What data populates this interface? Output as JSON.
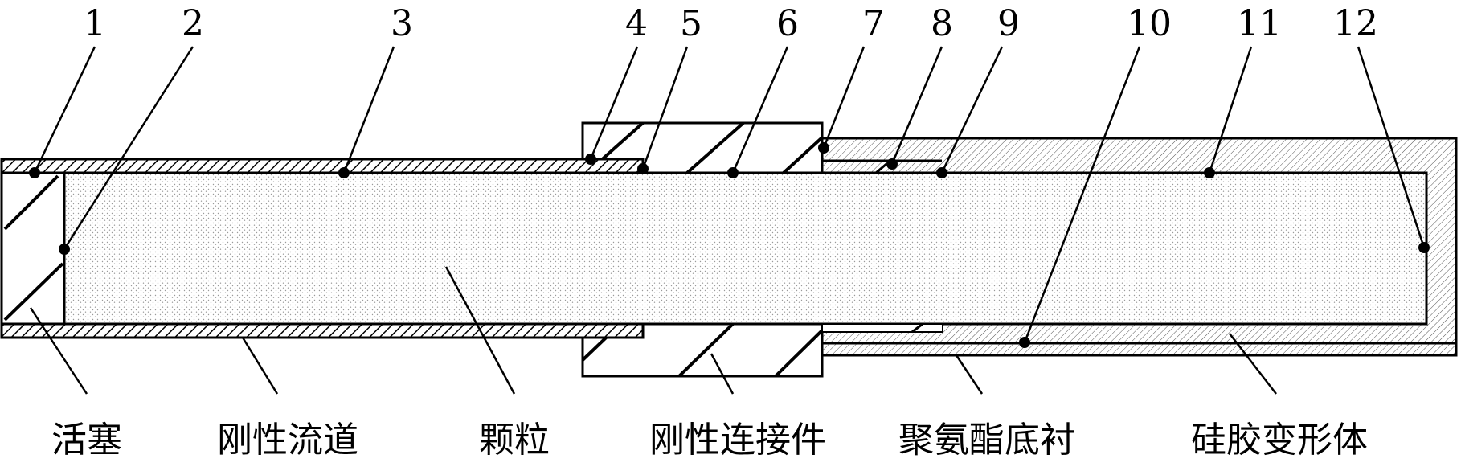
{
  "callouts": [
    "1",
    "2",
    "3",
    "4",
    "5",
    "6",
    "7",
    "8",
    "9",
    "10",
    "11",
    "12"
  ],
  "bottom_labels": [
    "活塞",
    "刚性流道",
    "颗粒",
    "刚性连接件",
    "聚氨酯底衬",
    "硅胶变形体"
  ]
}
